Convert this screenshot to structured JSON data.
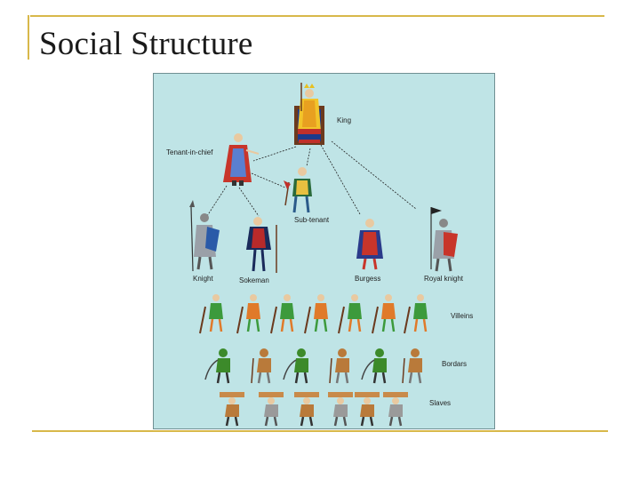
{
  "slide": {
    "title": "Social Structure"
  },
  "diagram": {
    "labels": {
      "king": "King",
      "tenant_in_chief": "Tenant-in-chief",
      "sub_tenant": "Sub-tenant",
      "knight": "Knight",
      "sokeman": "Sokeman",
      "burgess": "Burgess",
      "royal_knight": "Royal knight",
      "villeins": "Villeins",
      "bordars": "Bordars",
      "slaves": "Slaves"
    },
    "colors": {
      "background": "#bfe4e6",
      "accent_rule": "#d8b84a",
      "villein_tunic_a": "#3c9a3c",
      "villein_tunic_b": "#e07a2a",
      "bordar_tunic": "#3c8a2a",
      "slave_tunic": "#b97a3a"
    }
  }
}
